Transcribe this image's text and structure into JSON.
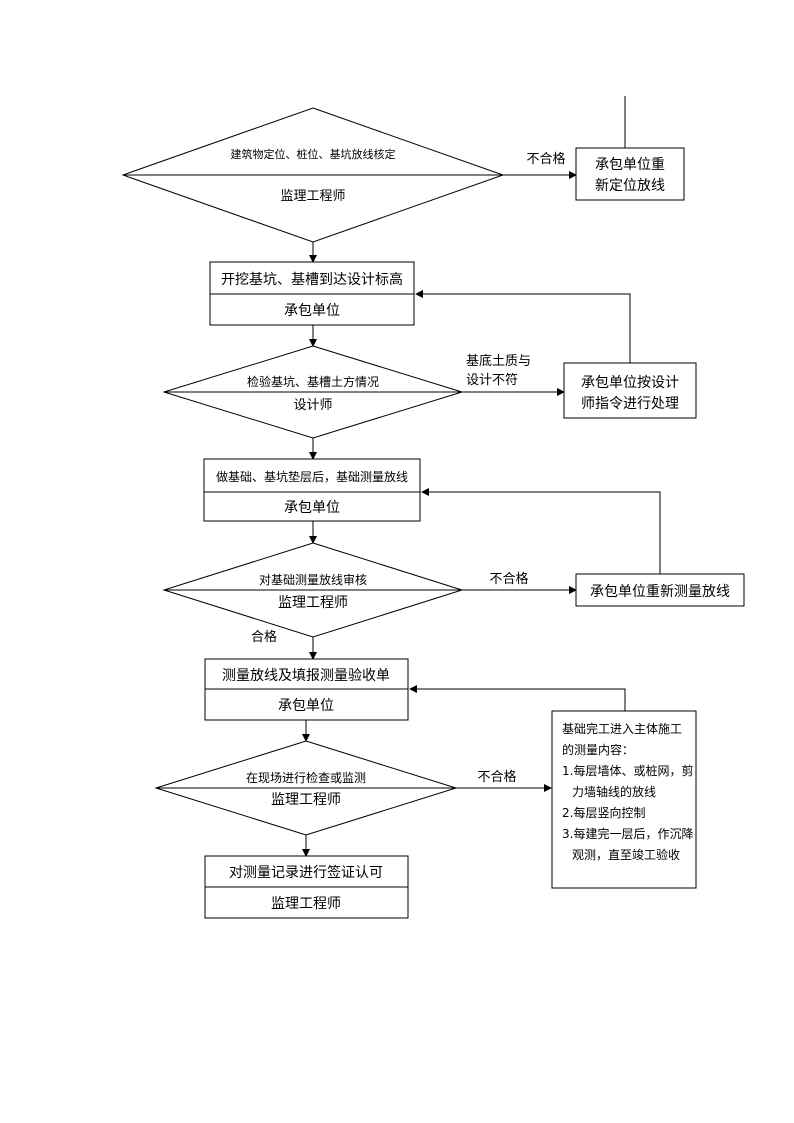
{
  "nodes": {
    "d1_top": "建筑物定位、桩位、基坑放线核定",
    "d1_bottom": "监理工程师",
    "r1_line1": "承包单位重",
    "r1_line2": "新定位放线",
    "b1_top": "开挖基坑、基槽到达设计标高",
    "b1_bottom": "承包单位",
    "d2_top": "检验基坑、基槽土方情况",
    "d2_bottom": "设计师",
    "r2_line1": "承包单位按设计",
    "r2_line2": "师指令进行处理",
    "b2_top": "做基础、基坑垫层后，基础测量放线",
    "b2_bottom": "承包单位",
    "d3_top": "对基础测量放线审核",
    "d3_bottom": "监理工程师",
    "r3": "承包单位重新测量放线",
    "b3_top": "测量放线及填报测量验收单",
    "b3_bottom": "承包单位",
    "d4_top": "在现场进行检查或监测",
    "d4_bottom": "监理工程师",
    "note_l1": "基础完工进入主体施工",
    "note_l2": "的测量内容：",
    "note_l3": "1.每层墙体、或桩网，剪",
    "note_l4": "力墙轴线的放线",
    "note_l5": "2.每层竖向控制",
    "note_l6": "3.每建完一层后，作沉降",
    "note_l7": "观测，直至竣工验收",
    "b4_top": "对测量记录进行签证认可",
    "b4_bottom": "监理工程师"
  },
  "edge_labels": {
    "e1": "不合格",
    "e2_l1": "基底土质与",
    "e2_l2": "设计不符",
    "e3": "不合格",
    "e3_pass": "合格",
    "e4": "不合格"
  }
}
